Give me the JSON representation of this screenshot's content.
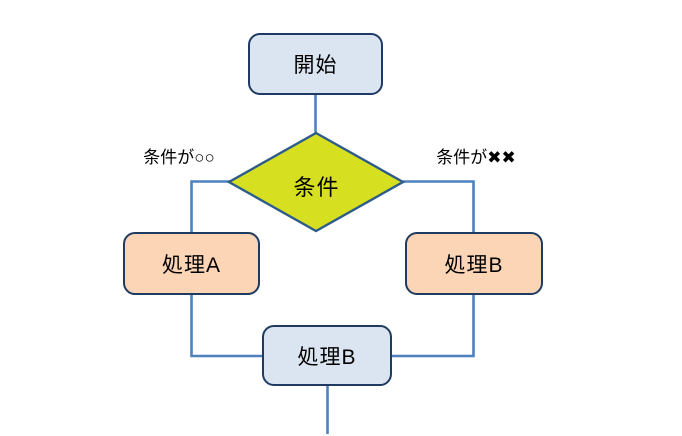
{
  "diagram": {
    "type": "flowchart",
    "nodes": {
      "start": {
        "label": "開始",
        "shape": "rounded-rect",
        "fill": "#dbe5f1"
      },
      "condition": {
        "label": "条件",
        "shape": "diamond",
        "fill": "#d6e021"
      },
      "process_a": {
        "label": "処理A",
        "shape": "rounded-rect",
        "fill": "#fbd5b5"
      },
      "process_b": {
        "label": "処理B",
        "shape": "rounded-rect",
        "fill": "#fbd5b5"
      },
      "process_b2": {
        "label": "処理B",
        "shape": "rounded-rect",
        "fill": "#dbe5f1"
      }
    },
    "edge_labels": {
      "left": {
        "label": "条件が○○"
      },
      "right": {
        "label": "条件が✖✖"
      }
    },
    "edges": [
      "start -> condition",
      "condition -> process_a (条件が○○)",
      "condition -> process_b (条件が✖✖)",
      "process_a -> process_b2",
      "process_b -> process_b2",
      "process_b2 -> down"
    ],
    "colors": {
      "node_border": "#1f3b61",
      "diamond_border": "#2e5c8a",
      "connector": "#4f81bd",
      "fill_blue": "#dbe5f1",
      "fill_peach": "#fbd5b5",
      "fill_yellow_green": "#d6e021",
      "background": "#ffffff",
      "text": "#000000"
    }
  }
}
